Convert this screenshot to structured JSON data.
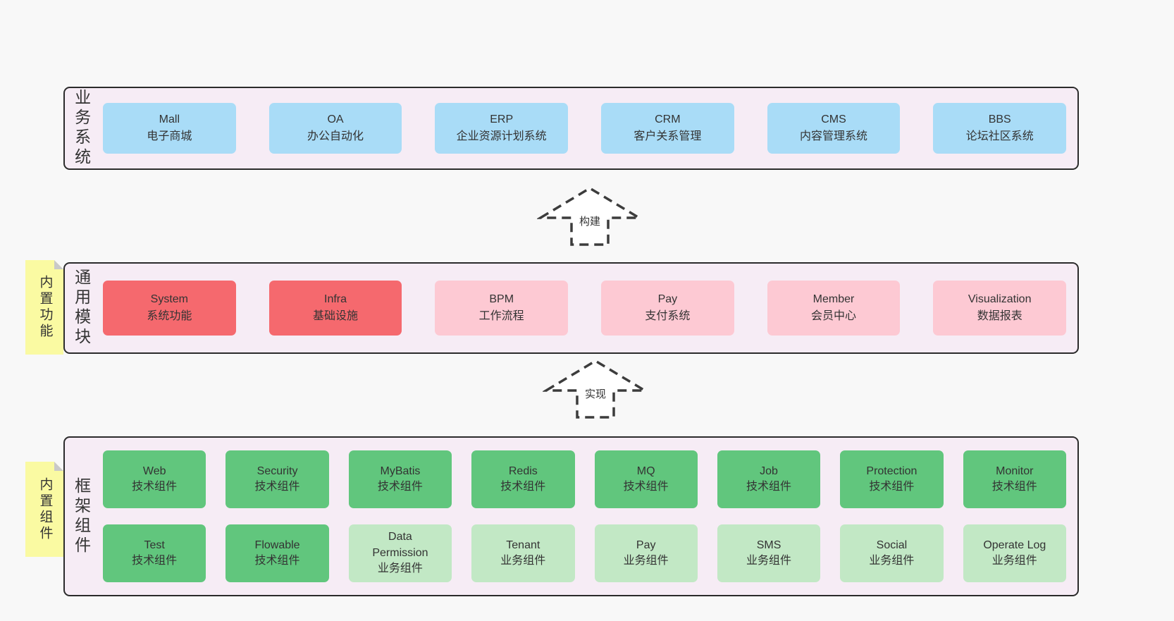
{
  "colors": {
    "canvas_bg": "#f8f8f8",
    "panel_bg": "#f6ecf5",
    "panel_border": "#2b2b2b",
    "blue_box": "#a9dcf7",
    "red_box": "#f5696e",
    "pink_box": "#fdc9d3",
    "tech_green_box": "#61c67d",
    "biz_green_box": "#c2e8c5",
    "note_yellow": "#fafaa2",
    "note_fold_gray": "#c9c9c9"
  },
  "layers": {
    "business": {
      "label": "业务系统",
      "boxes": [
        {
          "en": "Mall",
          "cn": "电子商城"
        },
        {
          "en": "OA",
          "cn": "办公自动化"
        },
        {
          "en": "ERP",
          "cn": "企业资源计划系统"
        },
        {
          "en": "CRM",
          "cn": "客户关系管理"
        },
        {
          "en": "CMS",
          "cn": "内容管理系统"
        },
        {
          "en": "BBS",
          "cn": "论坛社区系统"
        }
      ]
    },
    "modules": {
      "label": "通用模块",
      "tag": "内置功能",
      "boxes": [
        {
          "en": "System",
          "cn": "系统功能",
          "variant": "red"
        },
        {
          "en": "Infra",
          "cn": "基础设施",
          "variant": "red"
        },
        {
          "en": "BPM",
          "cn": "工作流程",
          "variant": "pink"
        },
        {
          "en": "Pay",
          "cn": "支付系统",
          "variant": "pink"
        },
        {
          "en": "Member",
          "cn": "会员中心",
          "variant": "pink"
        },
        {
          "en": "Visualization",
          "cn": "数据报表",
          "variant": "pink"
        }
      ]
    },
    "framework": {
      "label": "框架组件",
      "tag": "内置组件",
      "rows": [
        [
          {
            "en": "Web",
            "cn": "技术组件",
            "variant": "tech"
          },
          {
            "en": "Security",
            "cn": "技术组件",
            "variant": "tech"
          },
          {
            "en": "MyBatis",
            "cn": "技术组件",
            "variant": "tech"
          },
          {
            "en": "Redis",
            "cn": "技术组件",
            "variant": "tech"
          },
          {
            "en": "MQ",
            "cn": "技术组件",
            "variant": "tech"
          },
          {
            "en": "Job",
            "cn": "技术组件",
            "variant": "tech"
          },
          {
            "en": "Protection",
            "cn": "技术组件",
            "variant": "tech"
          },
          {
            "en": "Monitor",
            "cn": "技术组件",
            "variant": "tech"
          }
        ],
        [
          {
            "en": "Test",
            "cn": "技术组件",
            "variant": "tech"
          },
          {
            "en": "Flowable",
            "cn": "技术组件",
            "variant": "tech"
          },
          {
            "en": "Data Permission",
            "cn": "业务组件",
            "variant": "biz"
          },
          {
            "en": "Tenant",
            "cn": "业务组件",
            "variant": "biz"
          },
          {
            "en": "Pay",
            "cn": "业务组件",
            "variant": "biz"
          },
          {
            "en": "SMS",
            "cn": "业务组件",
            "variant": "biz"
          },
          {
            "en": "Social",
            "cn": "业务组件",
            "variant": "biz"
          },
          {
            "en": "Operate Log",
            "cn": "业务组件",
            "variant": "biz"
          }
        ]
      ]
    }
  },
  "arrows": [
    {
      "label": "构建"
    },
    {
      "label": "实现"
    }
  ]
}
